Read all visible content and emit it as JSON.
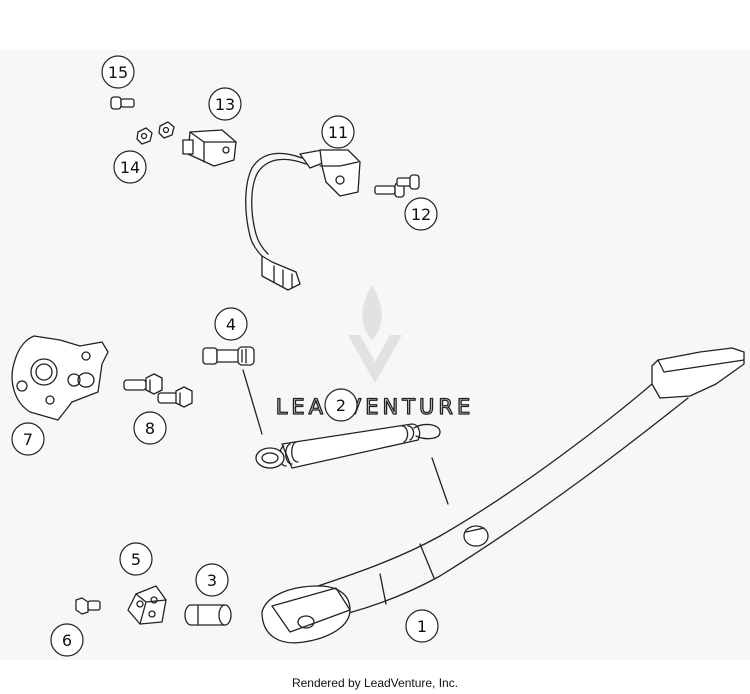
{
  "diagram": {
    "callouts": [
      {
        "id": "1",
        "label": "1"
      },
      {
        "id": "2",
        "label": "2"
      },
      {
        "id": "3",
        "label": "3"
      },
      {
        "id": "4",
        "label": "4"
      },
      {
        "id": "5",
        "label": "5"
      },
      {
        "id": "6",
        "label": "6"
      },
      {
        "id": "7",
        "label": "7"
      },
      {
        "id": "8",
        "label": "8"
      },
      {
        "id": "11",
        "label": "11"
      },
      {
        "id": "12",
        "label": "12"
      },
      {
        "id": "13",
        "label": "13"
      },
      {
        "id": "14",
        "label": "14"
      },
      {
        "id": "15",
        "label": "15"
      }
    ]
  },
  "watermark": {
    "text": "LEADVENTURE"
  },
  "footer": {
    "text": "Rendered by LeadVenture, Inc."
  }
}
